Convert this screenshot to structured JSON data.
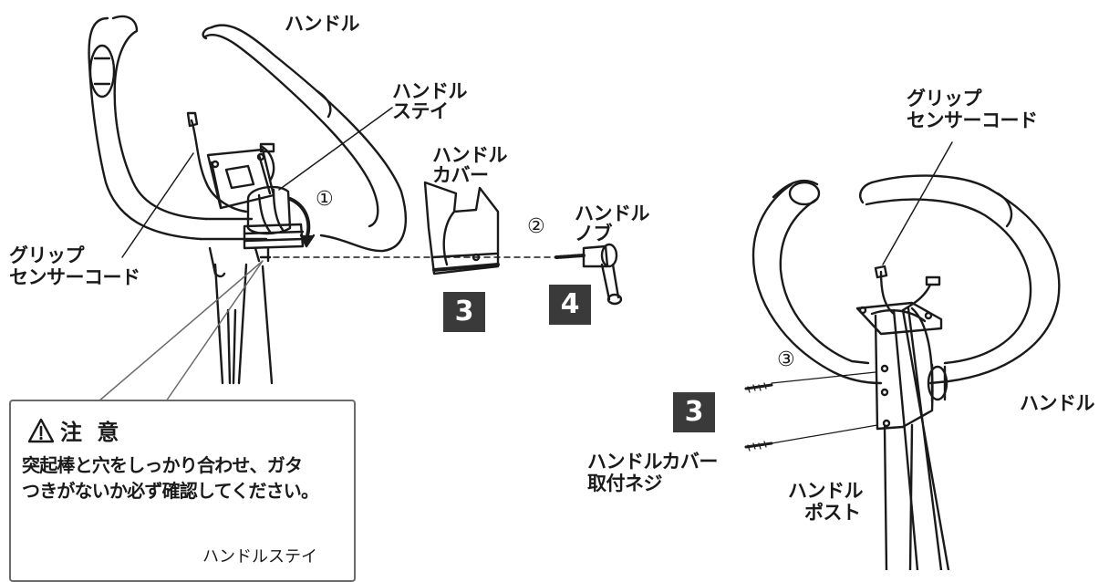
{
  "labels": {
    "handle_top": "ハンドル",
    "handle_stay_1": "ハンドル",
    "handle_stay_2": "ステイ",
    "handle_cover_1": "ハンドル",
    "handle_cover_2": "カバー",
    "handle_knob_1": "ハンドル",
    "handle_knob_2": "ノブ",
    "grip_left_1": "グリップ",
    "grip_left_2": "センサーコード",
    "grip_right_1": "グリップ",
    "grip_right_2": "センサーコード",
    "handle_right": "ハンドル",
    "cover_screw_1": "ハンドルカバー",
    "cover_screw_2": "取付ネジ",
    "handle_post_1": "ハンドル",
    "handle_post_2": "ポスト"
  },
  "steps": {
    "s1": "①",
    "s2": "②",
    "s3": "③"
  },
  "badges": {
    "cover_left": "3",
    "knob": "4",
    "cover_right": "3"
  },
  "caution": {
    "title": "注 意",
    "line1": "突起棒と穴をしっかり合わせ、ガタ",
    "line2": "つきがないか必ず確認してください。",
    "detail_label": "ハンドルステイ"
  },
  "colors": {
    "line": "#1a1a1a",
    "badge_bg": "#3a3a3a",
    "badge_text": "#ffffff",
    "callout_border": "#6a6a6a"
  },
  "icons": {
    "warning": "warning-triangle-icon"
  }
}
